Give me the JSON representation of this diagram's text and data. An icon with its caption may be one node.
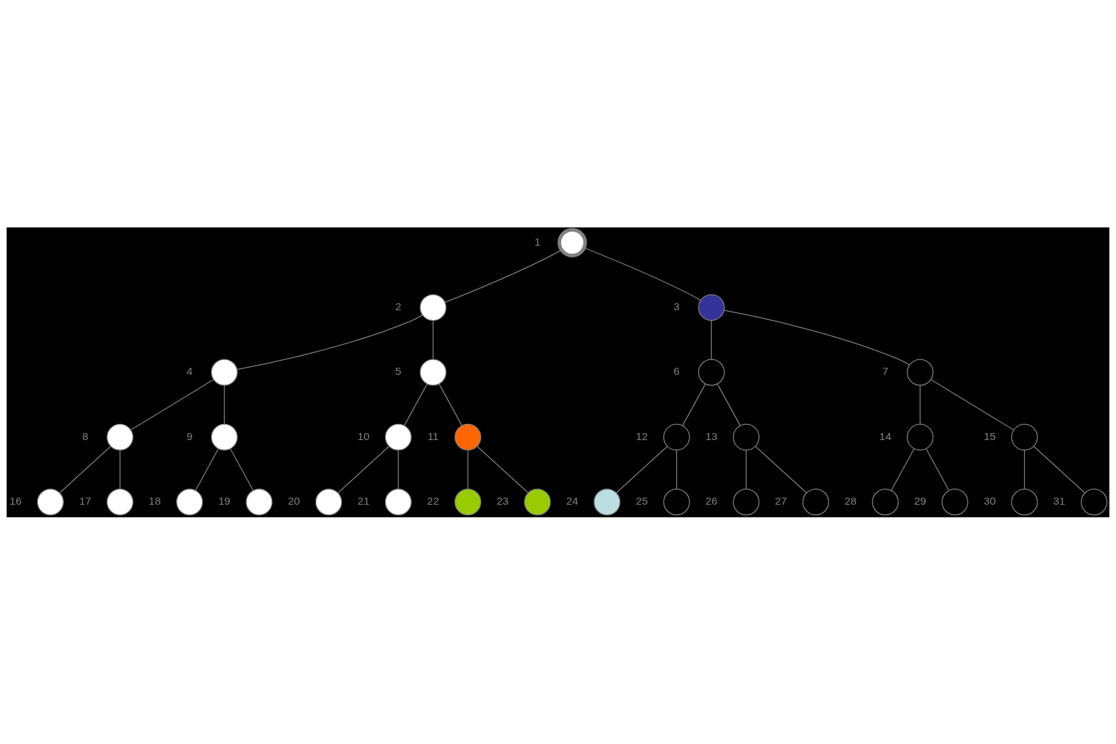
{
  "diagram": {
    "nodes": [
      {
        "text": [],
        "shape": "circle",
        "beside": [
          "1"
        ]
      },
      {
        "text": [],
        "shape": "circle",
        "beside": [
          "2"
        ]
      },
      {
        "text": [],
        "shape": "circle",
        "beside": [
          "3"
        ]
      },
      {
        "text": [],
        "shape": "circle",
        "beside": [
          "4"
        ]
      },
      {
        "text": [],
        "shape": "circle",
        "beside": [
          "5"
        ]
      },
      {
        "text": [],
        "shape": "circle",
        "beside": [
          "6"
        ]
      },
      {
        "text": [],
        "shape": "circle",
        "beside": [
          "7"
        ]
      },
      {
        "text": [],
        "shape": "circle",
        "beside": [
          "8"
        ]
      },
      {
        "text": [],
        "shape": "circle",
        "beside": [
          "9"
        ]
      },
      {
        "text": [],
        "shape": "circle",
        "beside": [
          "10"
        ]
      },
      {
        "text": [],
        "shape": "circle",
        "beside": [
          "11"
        ]
      },
      {
        "text": [],
        "shape": "circle",
        "beside": [
          "12"
        ]
      },
      {
        "text": [],
        "shape": "circle",
        "beside": [
          "13"
        ]
      },
      {
        "text": [],
        "shape": "circle",
        "beside": [
          "14"
        ]
      },
      {
        "text": [],
        "shape": "circle",
        "beside": [
          "15"
        ]
      },
      {
        "text": [],
        "shape": "circle",
        "beside": [
          "16"
        ]
      },
      {
        "text": [],
        "shape": "circle",
        "beside": [
          "17"
        ]
      },
      {
        "text": [],
        "shape": "circle",
        "beside": [
          "18"
        ]
      },
      {
        "text": [],
        "shape": "circle",
        "beside": [
          "19"
        ]
      },
      {
        "text": [],
        "shape": "circle",
        "beside": [
          "20"
        ]
      },
      {
        "text": [],
        "shape": "circle",
        "beside": [
          "21"
        ]
      },
      {
        "text": [],
        "shape": "circle",
        "beside": [
          "22"
        ]
      },
      {
        "text": [],
        "shape": "circle",
        "beside": [
          "23"
        ]
      },
      {
        "text": [],
        "shape": "circle",
        "beside": [
          "24"
        ]
      },
      {
        "text": [],
        "shape": "circle",
        "beside": [
          "25"
        ]
      },
      {
        "text": [],
        "shape": "circle",
        "beside": [
          "26"
        ]
      },
      {
        "text": [],
        "shape": "circle",
        "beside": [
          "27"
        ]
      },
      {
        "text": [],
        "shape": "circle",
        "beside": [
          "28"
        ]
      },
      {
        "text": [],
        "shape": "circle",
        "beside": [
          "29"
        ]
      },
      {
        "text": [],
        "shape": "circle",
        "beside": [
          "30"
        ]
      },
      {
        "text": [],
        "shape": "circle",
        "beside": [
          "31"
        ]
      }
    ],
    "edges": [
      {
        "from": 0,
        "to": 1,
        "arrow": "none"
      },
      {
        "from": 0,
        "to": 2,
        "arrow": "none"
      },
      {
        "from": 1,
        "to": 3,
        "arrow": "none"
      },
      {
        "from": 1,
        "to": 4,
        "arrow": "none"
      },
      {
        "from": 2,
        "to": 5,
        "arrow": "none"
      },
      {
        "from": 2,
        "to": 6,
        "arrow": "none"
      },
      {
        "from": 3,
        "to": 7,
        "arrow": "none"
      },
      {
        "from": 3,
        "to": 8,
        "arrow": "none"
      },
      {
        "from": 4,
        "to": 9,
        "arrow": "none"
      },
      {
        "from": 4,
        "to": 10,
        "arrow": "none"
      },
      {
        "from": 5,
        "to": 11,
        "arrow": "none"
      },
      {
        "from": 5,
        "to": 12,
        "arrow": "none"
      },
      {
        "from": 6,
        "to": 13,
        "arrow": "none"
      },
      {
        "from": 6,
        "to": 14,
        "arrow": "none"
      },
      {
        "from": 7,
        "to": 15,
        "arrow": "none"
      },
      {
        "from": 7,
        "to": 16,
        "arrow": "none"
      },
      {
        "from": 8,
        "to": 17,
        "arrow": "none"
      },
      {
        "from": 8,
        "to": 18,
        "arrow": "none"
      },
      {
        "from": 9,
        "to": 19,
        "arrow": "none"
      },
      {
        "from": 9,
        "to": 20,
        "arrow": "none"
      },
      {
        "from": 10,
        "to": 21,
        "arrow": "none"
      },
      {
        "from": 10,
        "to": 22,
        "arrow": "none"
      },
      {
        "from": 11,
        "to": 23,
        "arrow": "none"
      },
      {
        "from": 11,
        "to": 24,
        "arrow": "none"
      },
      {
        "from": 12,
        "to": 25,
        "arrow": "none"
      },
      {
        "from": 12,
        "to": 26,
        "arrow": "none"
      },
      {
        "from": 13,
        "to": 27,
        "arrow": "none"
      },
      {
        "from": 13,
        "to": 28,
        "arrow": "none"
      },
      {
        "from": 14,
        "to": 29,
        "arrow": "none"
      },
      {
        "from": 14,
        "to": 30,
        "arrow": "none"
      }
    ]
  }
}
